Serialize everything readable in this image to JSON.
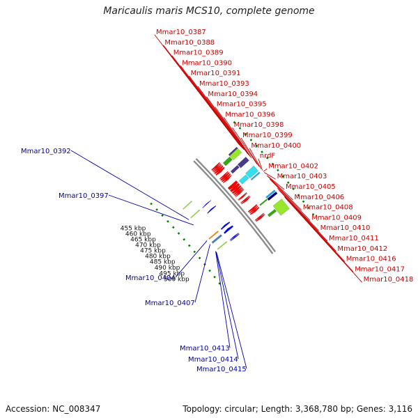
{
  "title": "Maricaulis maris MCS10, complete genome",
  "accession_text": "Accession: NC_008347",
  "topology_text": "Topology: circular; Length: 3,368,780 bp; Genes: 3,116",
  "colors": {
    "backbone": "#8c8c8c",
    "forward_gene": "#ff0000",
    "reverse_gene": "#0000ff",
    "label_forward": "#cc0000",
    "label_reverse": "#0000aa",
    "tick_dots": "#008000",
    "cog_purple": "#4b3a8c",
    "cog_green": "#99e62e",
    "cog_darkgreen": "#33aa11",
    "cog_cyan": "#33e0f0",
    "cog_skyblue": "#1ca8e8",
    "cog_orange": "#ff8800",
    "cog_steel": "#4a7ec0",
    "cog_navy": "#000080"
  },
  "kbp_ticks": [
    {
      "label": "455 kbp",
      "pos": 455
    },
    {
      "label": "460 kbp",
      "pos": 460
    },
    {
      "label": "465 kbp",
      "pos": 465
    },
    {
      "label": "470 kbp",
      "pos": 470
    },
    {
      "label": "475 kbp",
      "pos": 475
    },
    {
      "label": "480 kbp",
      "pos": 480
    },
    {
      "label": "485 kbp",
      "pos": 485
    },
    {
      "label": "490 kbp",
      "pos": 490
    },
    {
      "label": "495 kbp",
      "pos": 495
    },
    {
      "label": "500 kbp",
      "pos": 500
    }
  ],
  "forward_genes": [
    {
      "label": "Mmar10_0387",
      "start": 451.4,
      "end": 452.4
    },
    {
      "label": "Mmar10_0388",
      "start": 452.4,
      "end": 453.2
    },
    {
      "label": "Mmar10_0389",
      "start": 453.2,
      "end": 454.1
    },
    {
      "label": "Mmar10_0390",
      "start": 454.1,
      "end": 455.3
    },
    {
      "label": "Mmar10_0391",
      "start": 455.3,
      "end": 456.5
    },
    {
      "label": "Mmar10_0393",
      "start": 458.8,
      "end": 459.6
    },
    {
      "label": "Mmar10_0394",
      "start": 459.6,
      "end": 460.8
    },
    {
      "label": "Mmar10_0395",
      "start": 460.8,
      "end": 461.9
    },
    {
      "label": "Mmar10_0396",
      "start": 461.9,
      "end": 462.8
    },
    {
      "label": "Mmar10_0398",
      "start": 466.4,
      "end": 468.4
    },
    {
      "label": "Mmar10_0399",
      "start": 468.4,
      "end": 470.2
    },
    {
      "label": "Mmar10_0400",
      "start": 470.2,
      "end": 471.6
    },
    {
      "label": "nrdF",
      "start": 471.6,
      "end": 472.6
    },
    {
      "label": "Mmar10_0402",
      "start": 472.6,
      "end": 473.4
    },
    {
      "label": "Mmar10_0403",
      "start": 473.4,
      "end": 474.0
    },
    {
      "label": "Mmar10_0405",
      "start": 475.8,
      "end": 476.3
    },
    {
      "label": "Mmar10_0406",
      "start": 476.3,
      "end": 476.8
    },
    {
      "label": "Mmar10_0408",
      "start": 478.3,
      "end": 479.0
    },
    {
      "label": "Mmar10_0409",
      "start": 479.0,
      "end": 479.9
    },
    {
      "label": "Mmar10_0410",
      "start": 485.3,
      "end": 486.4
    },
    {
      "label": "Mmar10_0411",
      "start": 486.4,
      "end": 487.3
    },
    {
      "label": "Mmar10_0412",
      "start": 487.3,
      "end": 488.4
    },
    {
      "label": "Mmar10_0416",
      "start": 492.0,
      "end": 492.5
    },
    {
      "label": "Mmar10_0417",
      "start": 492.5,
      "end": 493.0
    },
    {
      "label": "Mmar10_0418",
      "start": 493.0,
      "end": 493.7
    }
  ],
  "reverse_genes": [
    {
      "label": "Mmar10_0392",
      "start": 464.8,
      "end": 465.3
    },
    {
      "label": "Mmar10_0397",
      "start": 469.2,
      "end": 470.0
    },
    {
      "label": "Mmar10_0404",
      "start": 482.4,
      "end": 483.5
    },
    {
      "label": "Mmar10_0407",
      "start": 485.4,
      "end": 486.8
    },
    {
      "label": "Mmar10_0413",
      "start": 491.6,
      "end": 492.0
    },
    {
      "label": "Mmar10_0414",
      "start": 492.1,
      "end": 492.5
    },
    {
      "label": "Mmar10_0415",
      "start": 492.6,
      "end": 492.9
    }
  ],
  "cog_outer_forward": [
    {
      "start": 451.8,
      "end": 452.8,
      "color": "cog_purple"
    },
    {
      "start": 452.8,
      "end": 456.2,
      "color": "cog_green"
    },
    {
      "start": 459.8,
      "end": 462.6,
      "color": "cog_purple"
    },
    {
      "start": 466.8,
      "end": 470.8,
      "color": "cog_cyan"
    },
    {
      "start": 471.6,
      "end": 472.4,
      "color": "cog_skyblue"
    },
    {
      "start": 485.4,
      "end": 486.4,
      "color": "cog_skyblue"
    },
    {
      "start": 486.8,
      "end": 488.2,
      "color": "cog_navy"
    },
    {
      "start": 492.2,
      "end": 499.6,
      "color": "cog_green"
    }
  ],
  "cog_inner_forward": [
    {
      "start": 453.2,
      "end": 455.6,
      "color": "cog_darkgreen"
    },
    {
      "start": 460.0,
      "end": 461.8,
      "color": "cog_purple"
    },
    {
      "start": 467.6,
      "end": 470.4,
      "color": "cog_cyan"
    },
    {
      "start": 486.6,
      "end": 487.4,
      "color": "cog_darkgreen"
    },
    {
      "start": 494.4,
      "end": 496.0,
      "color": "cog_darkgreen"
    }
  ],
  "cog_reverse": [
    {
      "start": 457.2,
      "end": 457.7,
      "color": "cog_green"
    },
    {
      "start": 464.7,
      "end": 465.2,
      "color": "cog_green"
    },
    {
      "start": 482.6,
      "end": 483.3,
      "color": "cog_orange"
    },
    {
      "start": 485.6,
      "end": 486.8,
      "color": "cog_steel"
    },
    {
      "start": 491.3,
      "end": 491.9,
      "color": "cog_green"
    }
  ]
}
